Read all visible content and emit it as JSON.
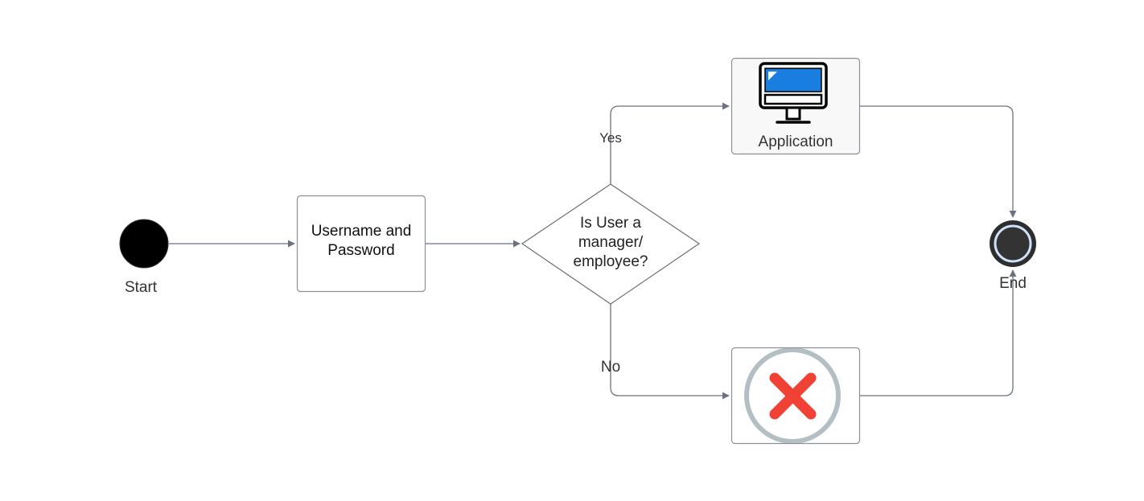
{
  "nodes": {
    "start": {
      "label": "Start"
    },
    "login": {
      "line1": "Username and",
      "line2": "Password"
    },
    "decision": {
      "line1": "Is User a",
      "line2": "manager/",
      "line3": "employee?"
    },
    "application": {
      "label": "Application",
      "icon": "computer-monitor-icon"
    },
    "denied": {
      "icon": "red-x-denied-icon"
    },
    "end": {
      "label": "End"
    }
  },
  "edges": {
    "yes_label": "Yes",
    "no_label": "No"
  },
  "colors": {
    "edge": "#6b7280",
    "node_border": "#8a8f98",
    "start_fill": "#000000",
    "end_ring": "#2e2e2e",
    "end_inner_ring": "#cfe0f7",
    "monitor_screen": "#1a7de0",
    "deny_ring": "#b4bfc4",
    "deny_x": "#f04134"
  }
}
